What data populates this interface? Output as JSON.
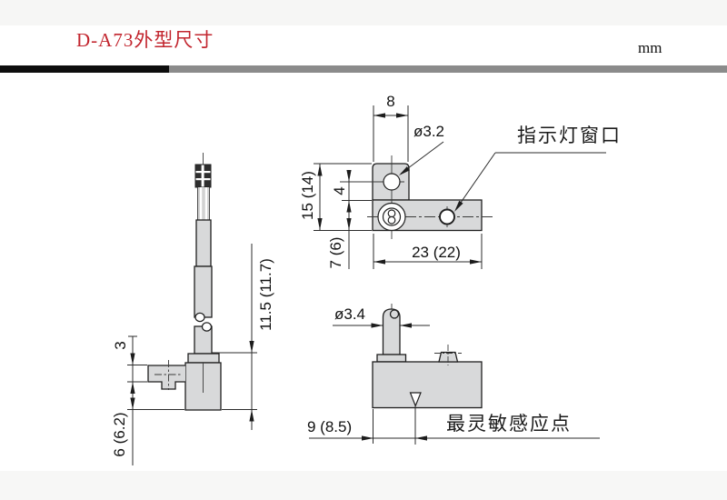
{
  "header": {
    "title": "D-A73外型尺寸",
    "unit_label": "mm"
  },
  "labels": {
    "indicator_window": "指示灯窗口",
    "most_sensitive_point": "最灵敏感应点"
  },
  "dimensions": {
    "top_view": {
      "tab_width": "8",
      "hole_diameter": "ø3.2",
      "total_height": "15 (14)",
      "hole_offset": "4",
      "body_height": "7 (6)",
      "body_width": "23 (22)"
    },
    "side_view": {
      "arm_thickness": "3",
      "cable_entry_height": "11.5 (11.7)",
      "lower_height": "6 (6.2)"
    },
    "front_view": {
      "cable_diameter": "ø3.4",
      "sensitive_point_offset": "9 (8.5)"
    }
  },
  "colors": {
    "title_red": "#c2252e",
    "bar_black": "#0d0d0d",
    "bar_gray": "#8b8b8b",
    "part_fill": "#d8d9da",
    "line": "#2b2b2b"
  }
}
